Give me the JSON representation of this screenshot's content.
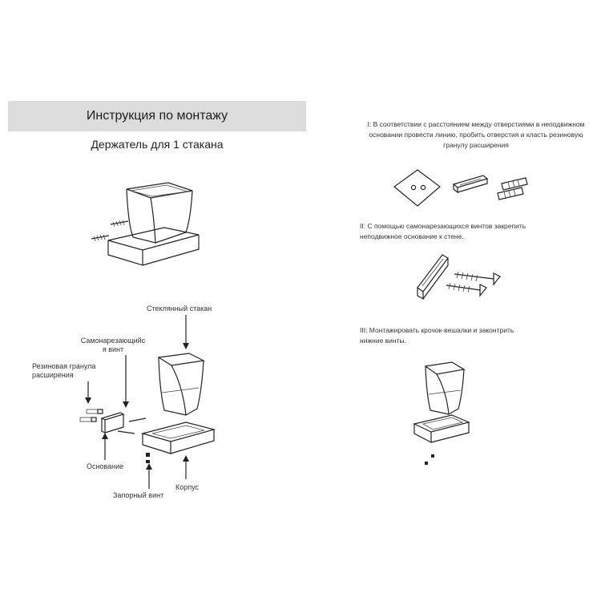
{
  "header": {
    "title": "Инструкция по монтажу",
    "subtitle": "Держатель для 1 стакана"
  },
  "labels": {
    "glass": "Стеклянный стакан",
    "screw_line1": "Самонарезающийс",
    "screw_line2": "я винт",
    "dowel_line1": "Резиновая гранула",
    "dowel_line2": "расширения",
    "base": "Основание",
    "lock_screw": "Запорный винт",
    "body": "Корпус"
  },
  "steps": [
    {
      "line1": "I: В соответствии с расстоянием между отверстиями в неподвижном",
      "line2": "основании провести линию, пробить отверстия и класть резиновую",
      "line3": "гранулу расширения"
    },
    {
      "line1": "II: С помощью самонарезающихся винтов закрепить",
      "line2": "неподвижное основание к стене."
    },
    {
      "line1": "III: Монтажировать крочок-вешалки и законтрить",
      "line2": "нижние винты."
    }
  ]
}
